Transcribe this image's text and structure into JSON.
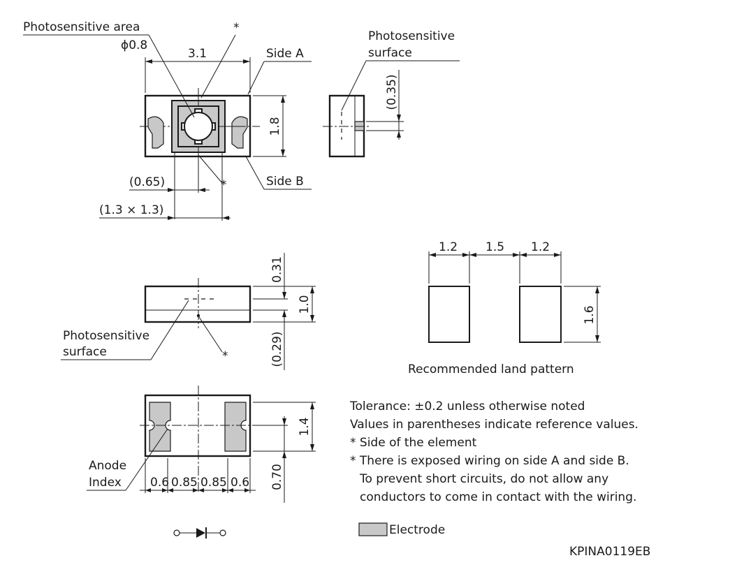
{
  "top_view": {
    "photosensitive_area_label": "Photosensitive area",
    "phi_label": "ϕ0.8",
    "width_dim": "3.1",
    "side_a": "Side A",
    "side_b": "Side B",
    "height_dim": "1.8",
    "dim_065": "(0.65)",
    "dim_13x13": "(1.3 × 1.3)",
    "asterisk": "*"
  },
  "side_view_right": {
    "label_line1": "Photosensitive",
    "label_line2": "surface",
    "dim_035": "(0.35)"
  },
  "front_view": {
    "dim_031": "0.31",
    "dim_10": "1.0",
    "dim_029": "(0.29)",
    "label_line1": "Photosensitive",
    "label_line2": "surface",
    "asterisk": "*"
  },
  "bottom_view": {
    "anode_line1": "Anode",
    "anode_line2": "Index",
    "dims": [
      "0.6",
      "0.85",
      "0.85",
      "0.6"
    ],
    "dim_14": "1.4",
    "dim_070": "0.70"
  },
  "land_pattern": {
    "dims_top": [
      "1.2",
      "1.5",
      "1.2"
    ],
    "dim_height": "1.6",
    "caption": "Recommended land pattern"
  },
  "notes": [
    "Tolerance: ±0.2 unless otherwise noted",
    "Values in parentheses indicate reference values.",
    "* Side of the element",
    "* There is exposed wiring on side A and side B.",
    "To prevent short circuits, do not allow any",
    "conductors to come in contact with the wiring."
  ],
  "legend": {
    "electrode": "Electrode",
    "electrode_color": "#c8c8c8"
  },
  "drawing_code": "KPINA0119EB"
}
